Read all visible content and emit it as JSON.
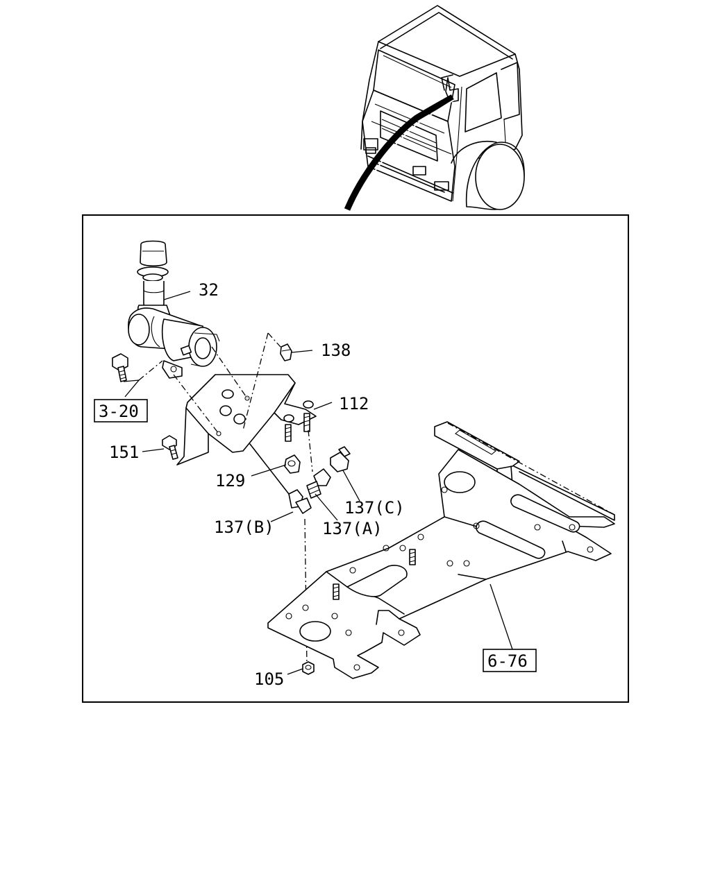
{
  "callouts": {
    "c32": "32",
    "c138": "138",
    "c112": "112",
    "c151": "151",
    "c129": "129",
    "c137c": "137(C)",
    "c137b": "137(B)",
    "c137a": "137(A)",
    "c105": "105"
  },
  "references": {
    "r320": "3-20",
    "r676": "6-76"
  }
}
